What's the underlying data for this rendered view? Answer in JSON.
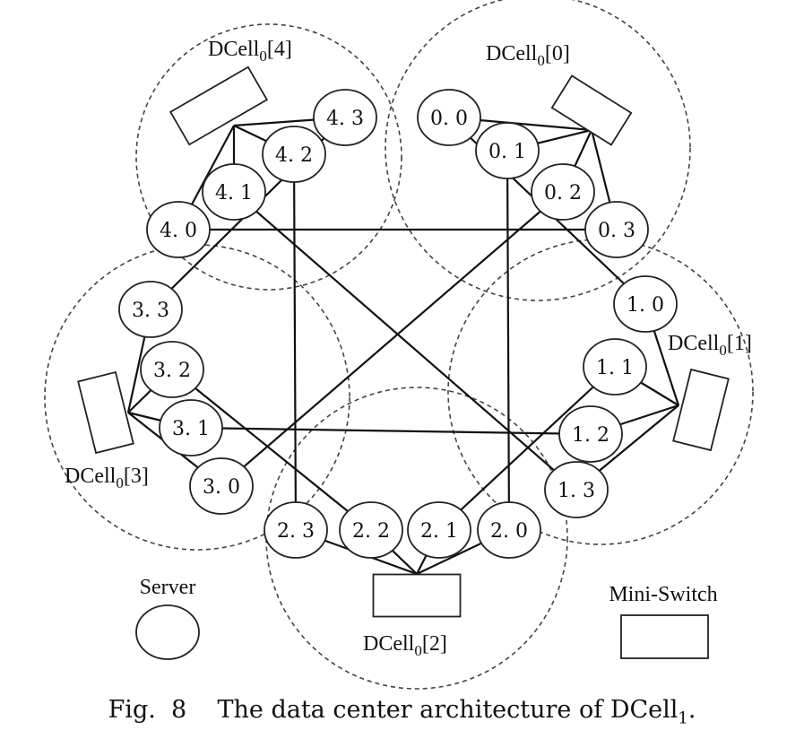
{
  "cells": [
    {
      "label": "DCell0[0]",
      "base": "DCell",
      "sub": "0",
      "suffix": "[0]"
    },
    {
      "label": "DCell0[1]",
      "base": "DCell",
      "sub": "0",
      "suffix": "[1]"
    },
    {
      "label": "DCell0[2]",
      "base": "DCell",
      "sub": "0",
      "suffix": "[2]"
    },
    {
      "label": "DCell0[3]",
      "base": "DCell",
      "sub": "0",
      "suffix": "[3]"
    },
    {
      "label": "DCell0[4]",
      "base": "DCell",
      "sub": "0",
      "suffix": "[4]"
    }
  ],
  "servers": [
    {
      "id": "0.0",
      "label": "0. 0",
      "cell": 0
    },
    {
      "id": "0.1",
      "label": "0. 1",
      "cell": 0
    },
    {
      "id": "0.2",
      "label": "0. 2",
      "cell": 0
    },
    {
      "id": "0.3",
      "label": "0. 3",
      "cell": 0
    },
    {
      "id": "1.0",
      "label": "1. 0",
      "cell": 1
    },
    {
      "id": "1.1",
      "label": "1. 1",
      "cell": 1
    },
    {
      "id": "1.2",
      "label": "1. 2",
      "cell": 1
    },
    {
      "id": "1.3",
      "label": "1. 3",
      "cell": 1
    },
    {
      "id": "2.0",
      "label": "2. 0",
      "cell": 2
    },
    {
      "id": "2.1",
      "label": "2. 1",
      "cell": 2
    },
    {
      "id": "2.2",
      "label": "2. 2",
      "cell": 2
    },
    {
      "id": "2.3",
      "label": "2. 3",
      "cell": 2
    },
    {
      "id": "3.0",
      "label": "3. 0",
      "cell": 3
    },
    {
      "id": "3.1",
      "label": "3. 1",
      "cell": 3
    },
    {
      "id": "3.2",
      "label": "3. 2",
      "cell": 3
    },
    {
      "id": "3.3",
      "label": "3. 3",
      "cell": 3
    },
    {
      "id": "4.0",
      "label": "4. 0",
      "cell": 4
    },
    {
      "id": "4.1",
      "label": "4. 1",
      "cell": 4
    },
    {
      "id": "4.2",
      "label": "4. 2",
      "cell": 4
    },
    {
      "id": "4.3",
      "label": "4. 3",
      "cell": 4
    }
  ],
  "inter_cell_links": [
    [
      "0.0",
      "1.0"
    ],
    [
      "0.1",
      "2.0"
    ],
    [
      "0.2",
      "3.0"
    ],
    [
      "0.3",
      "4.0"
    ],
    [
      "1.1",
      "2.1"
    ],
    [
      "1.2",
      "3.1"
    ],
    [
      "1.3",
      "4.1"
    ],
    [
      "2.2",
      "3.2"
    ],
    [
      "2.3",
      "4.2"
    ],
    [
      "3.3",
      "4.3"
    ]
  ],
  "legend": {
    "server_label": "Server",
    "switch_label": "Mini-Switch"
  },
  "caption": {
    "prefix": "Fig.  8    The data center architecture of ",
    "base": "DCell",
    "sub": "1",
    "end": "."
  }
}
